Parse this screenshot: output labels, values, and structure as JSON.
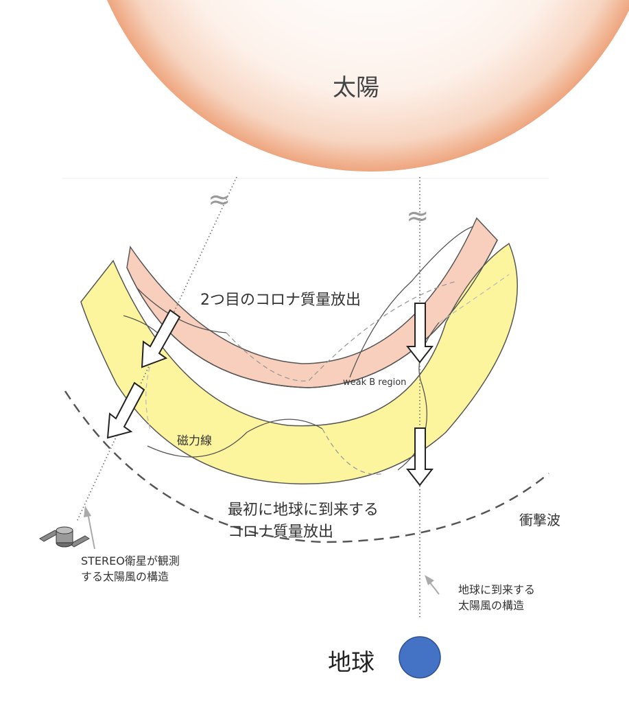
{
  "labels": {
    "sun": "太陽",
    "second_cme": "2つ目のコロナ質量放出",
    "weak_b_region": "weak B region",
    "field_lines": "磁力線",
    "first_cme": "最初に地球に到来する\nコロナ質量放出",
    "shock_wave": "衝撃波",
    "stereo_note": "STEREO衛星が観測\nする太陽風の構造",
    "earth_note": "地球に到来する\n太陽風の構造",
    "earth": "地球",
    "break_mark": "≈"
  },
  "colors": {
    "sun_core": "#f0b48e",
    "sun_edge": "#fbe6d8",
    "second_cme_fill": "#f8cfbc",
    "first_cme_fill": "#fdf59d",
    "outline": "#555555",
    "earth": "#4472c4",
    "earth_stroke": "#2f528f",
    "guide_line": "#777777",
    "pointer_arrow": "#aaaaaa"
  },
  "icons": {
    "satellite": "satellite-icon",
    "down_arrow": "hollow-arrow-icon"
  }
}
